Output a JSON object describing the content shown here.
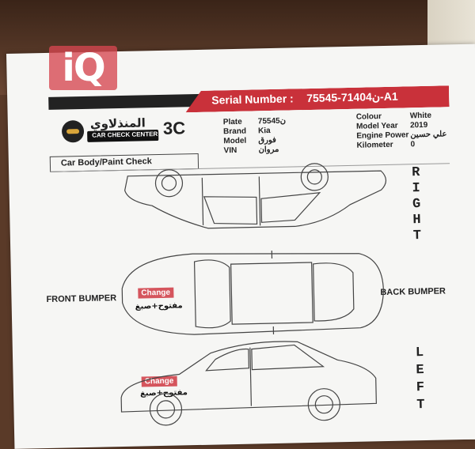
{
  "watermark": {
    "text": "iQ"
  },
  "header": {
    "serial_label": "Serial Number :",
    "serial_value": "ن71404-75545-A1",
    "logo_arabic": "المنذلاوي",
    "logo_english": "CAR CHECK CENTER",
    "code": "3C"
  },
  "vehicle": {
    "plate_label": "Plate",
    "plate_value": "ن75545",
    "brand_label": "Brand",
    "brand_value": "Kia",
    "model_label": "Model",
    "model_value": "فورق",
    "vin_label": "VIN",
    "vin_value": "مروان",
    "colour_label": "Colour",
    "colour_value": "White",
    "model_year_label": "Model Year",
    "model_year_value": "2019",
    "engine_label": "Engine Power",
    "engine_value": "علي حسين",
    "km_label": "Kilometer",
    "km_value": "0"
  },
  "section_title": "Car Body/Paint Check",
  "sides": {
    "right": [
      "R",
      "I",
      "G",
      "H",
      "T"
    ],
    "left": [
      "L",
      "E",
      "F",
      "T"
    ]
  },
  "bumpers": {
    "front": "FRONT BUMPER",
    "back": "BACK BUMPER"
  },
  "annotations": [
    {
      "tag": "Change",
      "note": "مفتوح+صبغ"
    },
    {
      "tag": "Change",
      "note": "مفتوح+صبغ"
    }
  ],
  "colors": {
    "accent": "#c9313a",
    "tag": "#d5555d"
  }
}
